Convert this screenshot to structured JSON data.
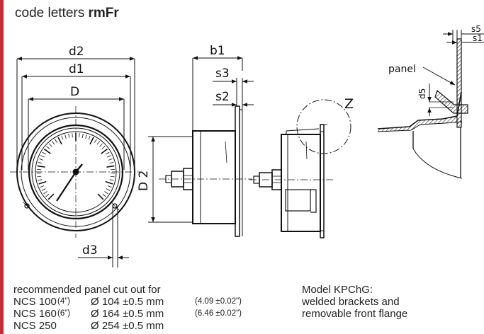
{
  "title": {
    "prefix": "code letters ",
    "code": "rmFr"
  },
  "labels": {
    "d2": "d2",
    "d1": "d1",
    "D": "D",
    "d3": "d3",
    "D2": "D 2",
    "b1": "b1",
    "s3": "s3",
    "s2": "s2",
    "z": "Z",
    "s5": "s5",
    "s1": "s1",
    "panel": "panel",
    "d5": "d5"
  },
  "cutout": {
    "heading": "recommended panel cut out for",
    "rows": [
      {
        "model": "NCS 100",
        "inch": "(4\")",
        "dia": "Ø 104 ±0.5 mm",
        "dia_inch": "(4.09 ±0.02\")"
      },
      {
        "model": "NCS 160",
        "inch": "(6\")",
        "dia": "Ø 164 ±0.5 mm",
        "dia_inch": "(6.46 ±0.02\")"
      },
      {
        "model": "NCS 250",
        "inch": "",
        "dia": "Ø 254 ±0.5 mm",
        "dia_inch": ""
      }
    ]
  },
  "model_note": {
    "line1": "Model KPChG:",
    "line2": "welded brackets and",
    "line3": "removable front flange"
  }
}
